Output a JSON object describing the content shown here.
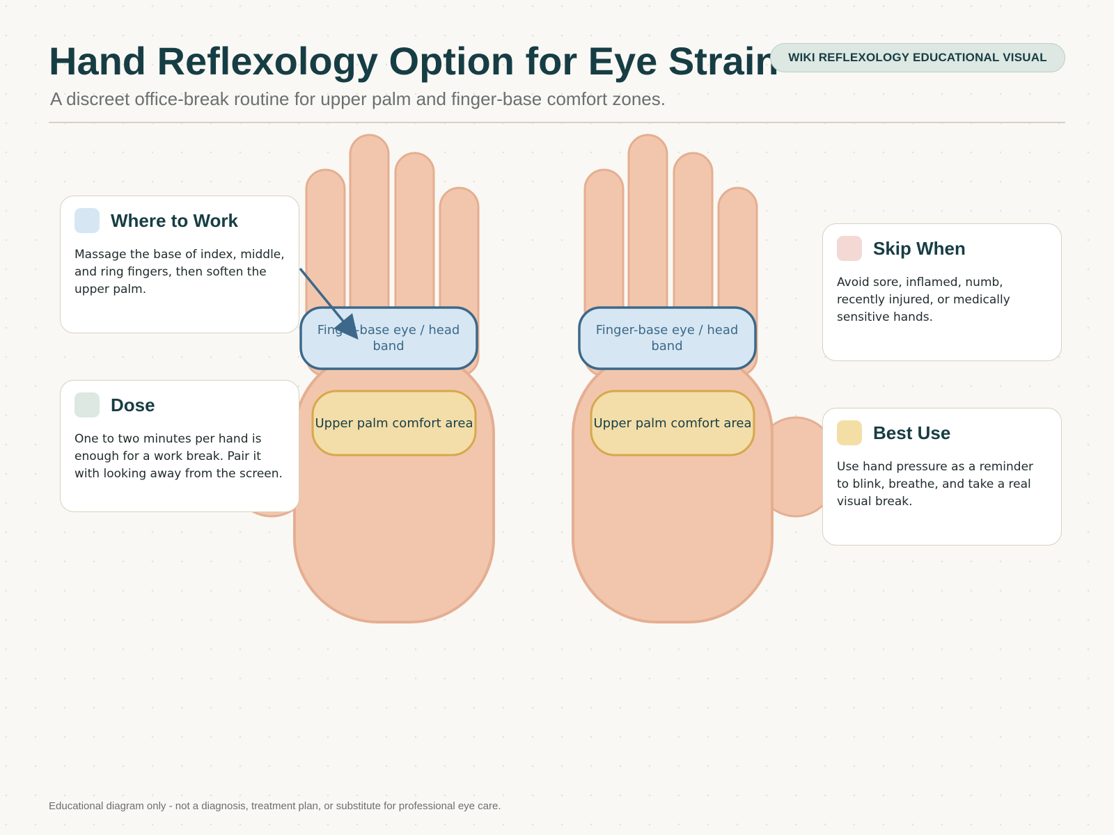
{
  "header": {
    "title": "Hand Reflexology Option for Eye Strain",
    "subtitle": "A discreet office-break routine for upper palm and finger-base comfort zones.",
    "badge": "WIKI REFLEXOLOGY EDUCATIONAL VISUAL"
  },
  "hands": {
    "left": {
      "finger_band_label": [
        "Finger-base eye / head",
        "band"
      ],
      "palm_label": "Upper palm comfort area"
    },
    "right": {
      "finger_band_label": [
        "Finger-base eye / head",
        "band"
      ],
      "palm_label": "Upper palm comfort area"
    }
  },
  "cards": {
    "where": {
      "title": "Where to Work",
      "body": "Massage the base of index, middle, and ring fingers, then soften the upper palm.",
      "swatch": "#d6e7f3"
    },
    "dose": {
      "title": "Dose",
      "body": "One to two minutes per hand is enough for a work break. Pair it with looking away from the screen.",
      "swatch": "#dce8e1"
    },
    "skip": {
      "title": "Skip When",
      "body": "Avoid sore, inflamed, numb, recently injured, or medically sensitive hands.",
      "swatch": "#f3d8d4"
    },
    "best": {
      "title": "Best Use",
      "body": "Use hand pressure as a reminder to blink, breathe, and take a real visual break.",
      "swatch": "#f3dfa6"
    }
  },
  "colors": {
    "skin": "#f2c6ad",
    "skin_outline": "#e5ae91",
    "band_fill": "#d6e7f3",
    "band_stroke": "#3d6889",
    "palm_zone_fill": "#f3dea9",
    "palm_zone_stroke": "#d6a84c",
    "heading": "#173d44"
  },
  "footer": {
    "disclaimer": "Educational diagram only - not a diagnosis, treatment plan, or substitute for professional eye care."
  }
}
